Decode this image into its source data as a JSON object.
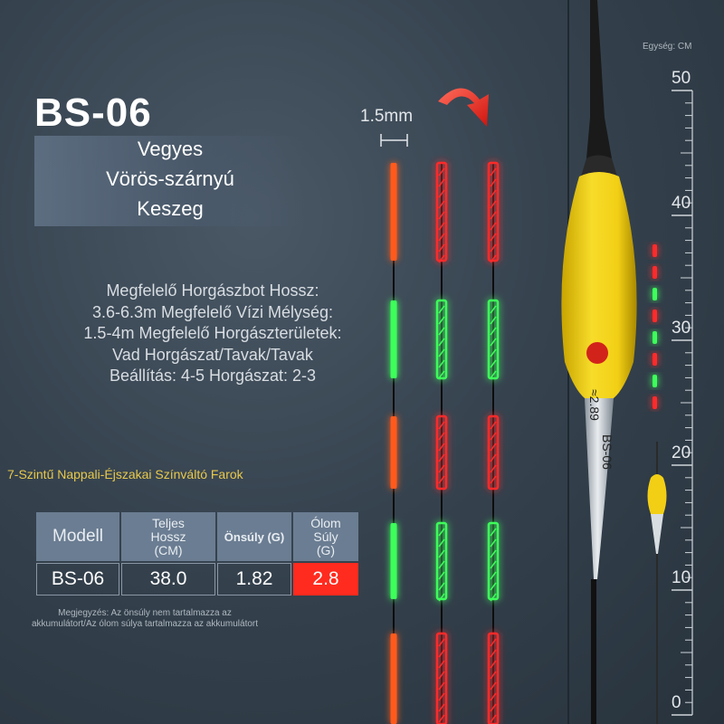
{
  "header": {
    "model": "BS-06",
    "subtitle_lines": [
      "Vegyes",
      "Vörös-szárnyú",
      "Keszeg"
    ]
  },
  "description_lines": [
    "Megfelelő Horgászbot Hossz:",
    "3.6-6.3m Megfelelő Vízi Mélység:",
    "1.5-4m Megfelelő Horgászterületek:",
    "Vad Horgászat/Tavak/Tavak",
    "Beállítás: 4-5 Horgászat: 2-3"
  ],
  "tail_caption": "7-Szintű Nappali-Éjszakai Színváltó Farok",
  "table": {
    "headers": [
      "Modell",
      "Teljes\nHossz\n(CM)",
      "Önsúly (G)",
      "Ólom\nSúly\n(G)"
    ],
    "row": [
      "BS-06",
      "38.0",
      "1.82",
      "2.8"
    ]
  },
  "note": "Megjegyzés: Az önsúly nem tartalmazza az akkumulátort/Az ólom súlya tartalmazza az akkumulátort",
  "dimension_label": "1.5mm",
  "ruler": {
    "unit_label": "Egység: CM",
    "labels": [
      "50",
      "40",
      "30",
      "20",
      "10",
      "0"
    ]
  },
  "float_markings": {
    "weight": "≈2.89",
    "model": "BS-06"
  },
  "colors": {
    "red": "#ff2a2a",
    "green": "#3dff5a",
    "orange": "#ff5a1e",
    "yellow": "#f5d21e",
    "highlight_cell": "#ff2b1f"
  }
}
